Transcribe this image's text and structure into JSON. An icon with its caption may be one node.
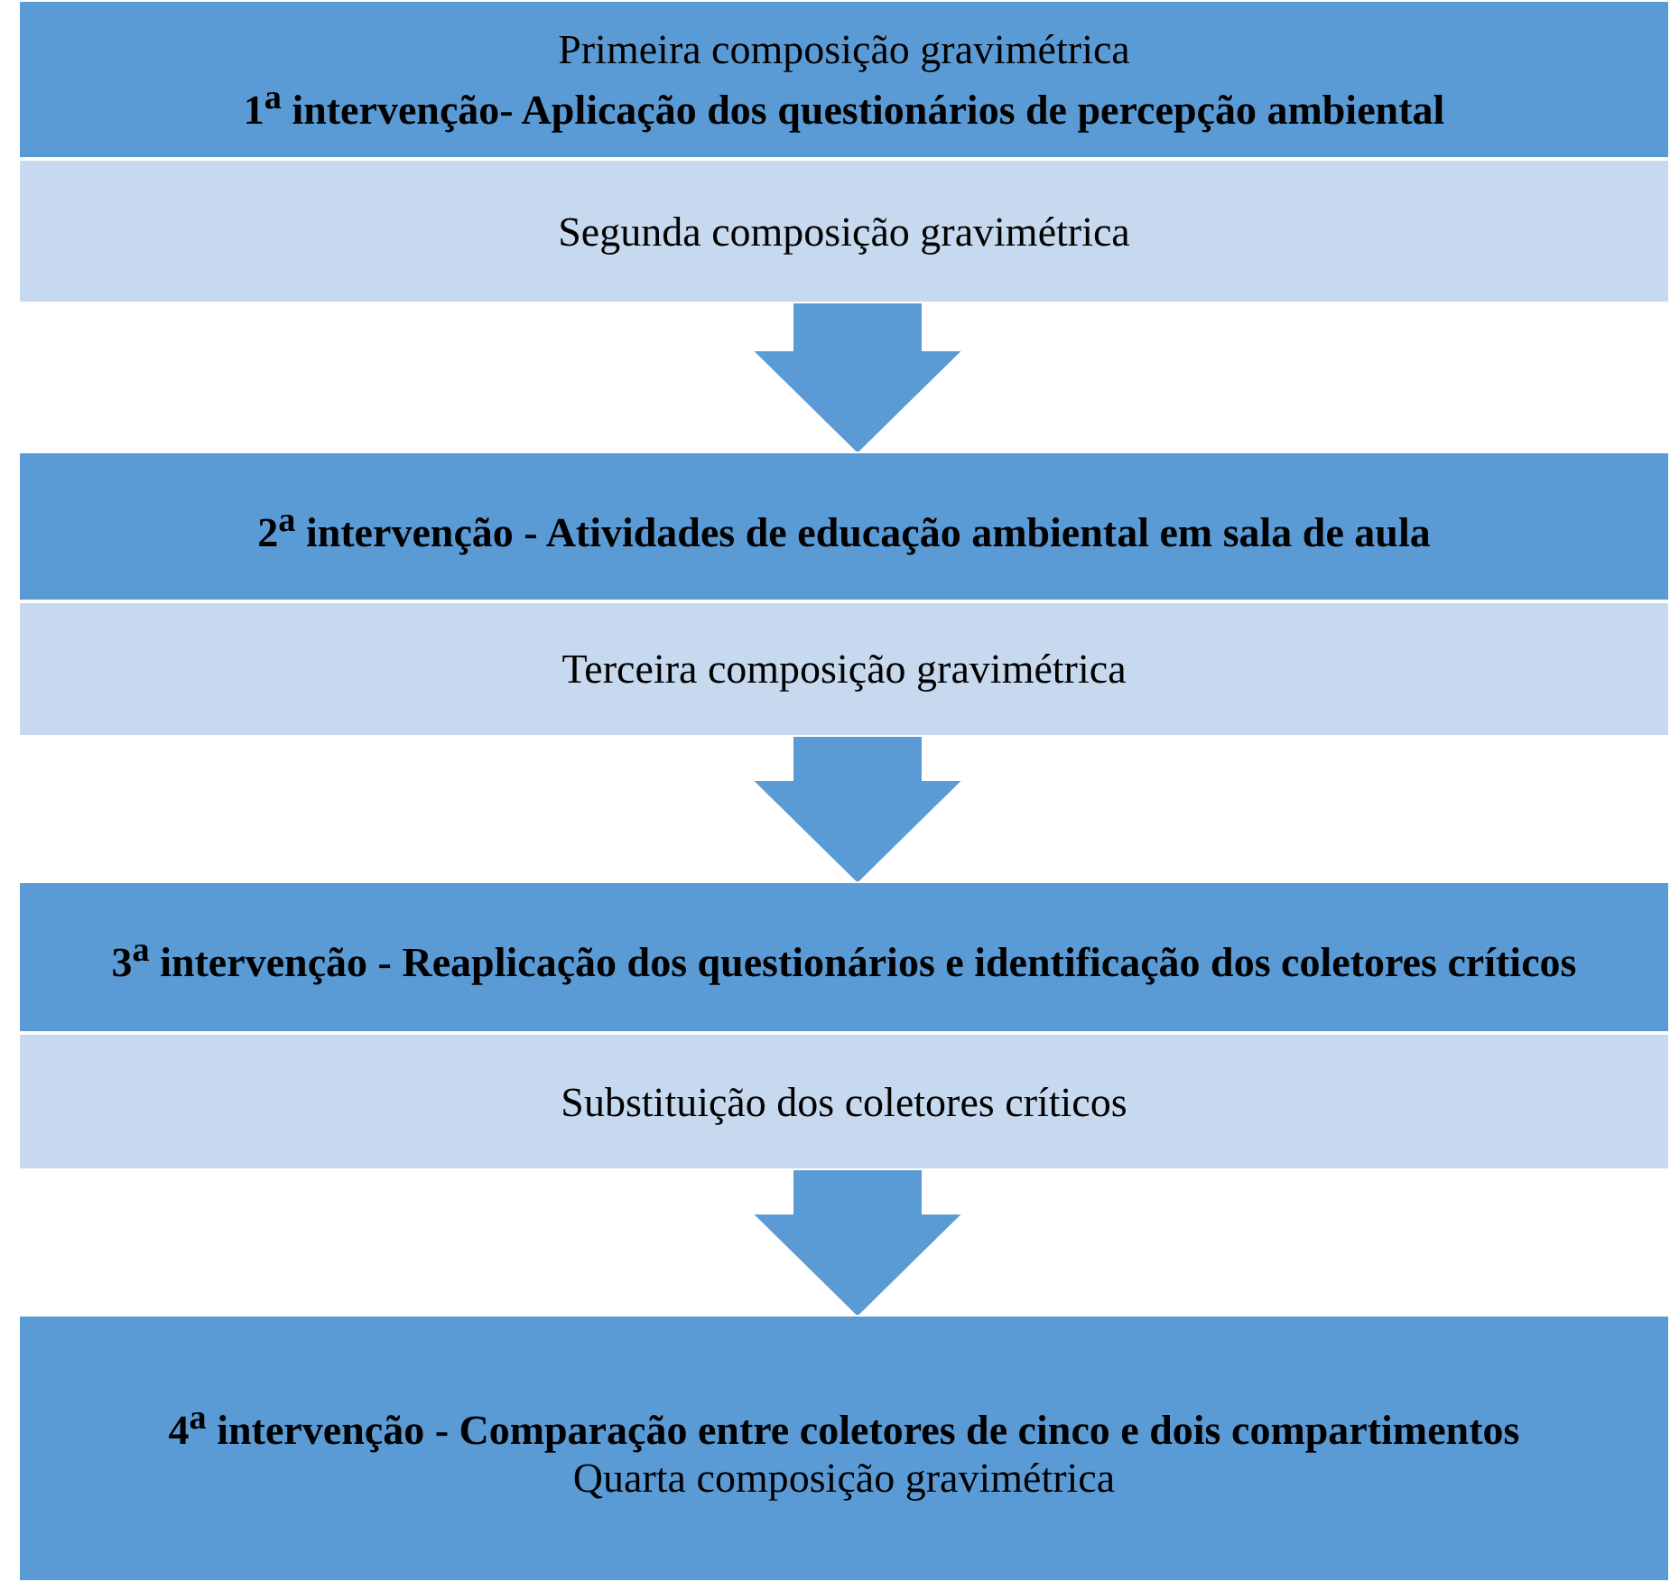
{
  "diagram": {
    "nodes": [
      {
        "text": [
          "Primeira composição gravimétrica",
          "1$^{a}$ intervenção- Aplicação dos questionários de percepção ambiental"
        ]
      },
      {
        "text": [
          "Segunda composição gravimétrica"
        ]
      },
      {
        "text": [
          "2$^{a}$ intervenção - Atividades de educação ambiental em sala de aula"
        ]
      },
      {
        "text": [
          "Terceira composição gravimétrica"
        ]
      },
      {
        "text": [
          "3$^{a}$ intervenção - Reaplicação dos questionários e identificação dos coletores críticos"
        ]
      },
      {
        "text": [
          "Substituição dos coletores críticos"
        ]
      },
      {
        "text": [
          "4$^{a}$ intervenção - Comparação entre coletores de cinco e dois compartimentos",
          "Quarta composição gravimétrica"
        ]
      }
    ],
    "edges": [
      {
        "from": 1,
        "to": 2,
        "arrow": "to"
      },
      {
        "from": 3,
        "to": 4,
        "arrow": "to"
      },
      {
        "from": 5,
        "to": 6,
        "arrow": "to"
      }
    ]
  }
}
